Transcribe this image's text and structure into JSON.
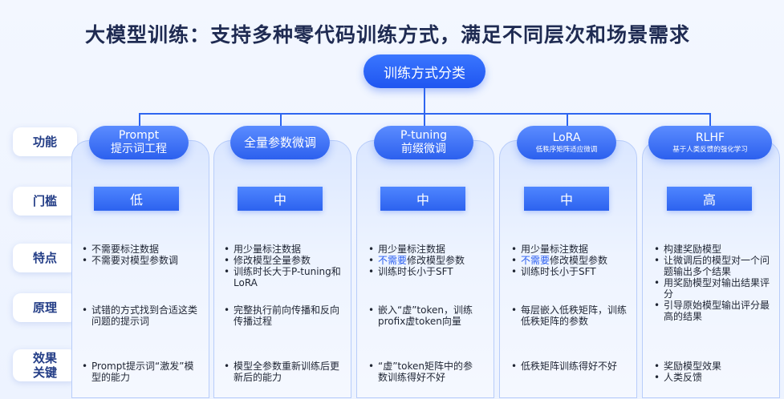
{
  "title": "大模型训练：支持多种零代码训练方式，满足不同层次和场景需求",
  "root": "训练方式分类",
  "rows": [
    "功能",
    "门槛",
    "特点",
    "原理",
    "效果关键"
  ],
  "columns": [
    {
      "name": "Prompt",
      "name2": "提示词工程",
      "level": "低",
      "features": [
        {
          "pre": "不需要标注数据",
          "hl": "",
          "post": ""
        },
        {
          "pre": "不需要对模型参数调",
          "hl": "",
          "post": ""
        }
      ],
      "principle": [
        "试错的方式找到合适这类问题的提示词"
      ],
      "effect": [
        "Prompt提示词“激发”模型的能力"
      ]
    },
    {
      "name": "全量参数微调",
      "name2": "",
      "level": "中",
      "features": [
        {
          "pre": "用少量标注数据",
          "hl": "",
          "post": ""
        },
        {
          "pre": "修改模型全量参数",
          "hl": "",
          "post": ""
        },
        {
          "pre": "训练时长大于P-tuning和LoRA",
          "hl": "",
          "post": ""
        }
      ],
      "principle": [
        "完整执行前向传播和反向传播过程"
      ],
      "effect": [
        "模型全参数重新训练后更新后的能力"
      ]
    },
    {
      "name": "P-tuning",
      "name2": "前缀微调",
      "level": "中",
      "features": [
        {
          "pre": "用少量标注数据",
          "hl": "",
          "post": ""
        },
        {
          "pre": "",
          "hl": "不需要",
          "post": "修改模型参数"
        },
        {
          "pre": "训练时长小于SFT",
          "hl": "",
          "post": ""
        }
      ],
      "principle": [
        "嵌入“虚”token，训练profix虚token向量"
      ],
      "effect": [
        "“虚”token矩阵中的参数训练得好不好"
      ]
    },
    {
      "name": "LoRA",
      "subtitle": "低秩序矩阵适应微调",
      "level": "中",
      "features": [
        {
          "pre": "用少量标注数据",
          "hl": "",
          "post": ""
        },
        {
          "pre": "",
          "hl": "不需要",
          "post": "修改模型参数"
        },
        {
          "pre": "训练时长小于SFT",
          "hl": "",
          "post": ""
        }
      ],
      "principle": [
        "每层嵌入低秩矩阵，训练低秩矩阵的参数"
      ],
      "effect": [
        "低秩矩阵训练得好不好"
      ]
    },
    {
      "name": "RLHF",
      "subtitle": "基于人类反馈的强化学习",
      "level": "高",
      "features": [
        {
          "pre": "构建奖励模型",
          "hl": "",
          "post": ""
        },
        {
          "pre": "让微调后的模型对一个问题输出多个结果",
          "hl": "",
          "post": ""
        },
        {
          "pre": "用奖励模型对输出结果评分",
          "hl": "",
          "post": ""
        },
        {
          "pre": "引导原始模型输出评分最高的结果",
          "hl": "",
          "post": ""
        }
      ],
      "principle": [],
      "effect": [
        "奖励模型效果",
        "人类反馈"
      ]
    }
  ]
}
